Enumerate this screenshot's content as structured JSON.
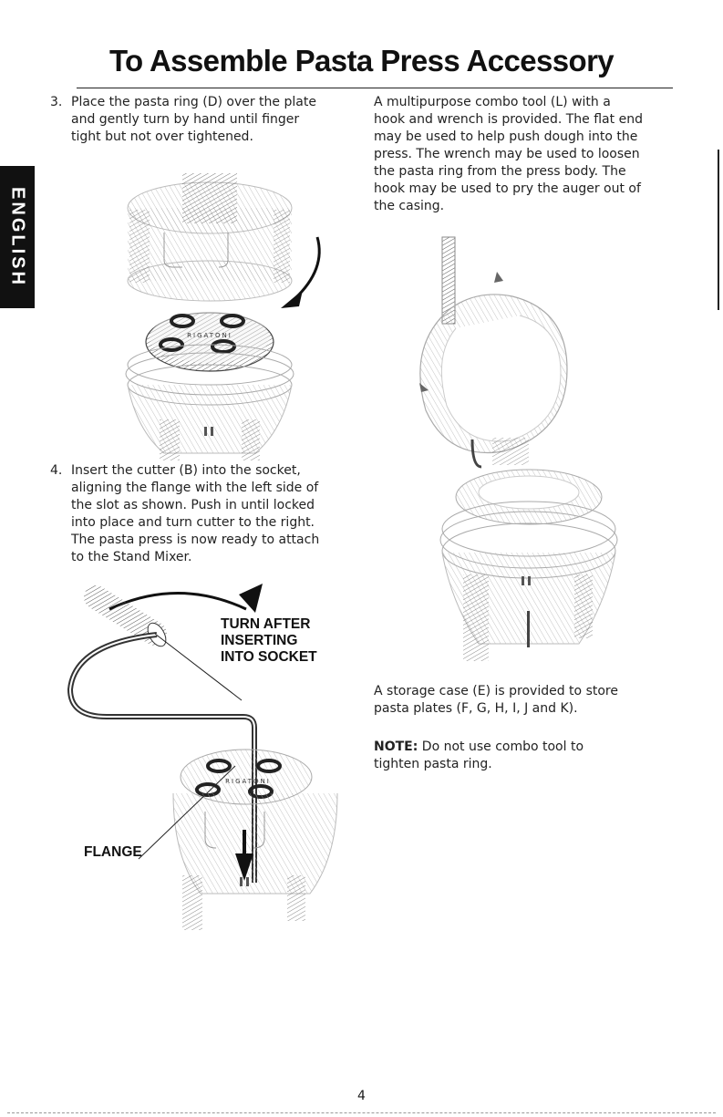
{
  "header": {
    "title": "To Assemble Pasta Press Accessory"
  },
  "language_tab": "ENGLISH",
  "steps": [
    {
      "number": "3.",
      "lines": [
        "Place the pasta ring (D) over the plate",
        "and gently turn by hand until finger",
        "tight but not over tightened."
      ]
    },
    {
      "number": "4.",
      "lines": [
        "Insert the cutter (B) into the socket,",
        "aligning the flange with the left side of",
        "the slot as shown. Push in until locked",
        "into place and turn cutter to the right.",
        "The pasta press is now ready to attach",
        "to the Stand Mixer."
      ]
    }
  ],
  "right_column": {
    "combo_tool": [
      "A multipurpose combo tool (L) with a",
      "hook and wrench is provided. The flat end",
      "may be used to help push dough into the",
      "press. The wrench may be used to loosen",
      "the pasta ring from the press body. The",
      "hook may be used to pry the auger out of",
      "the casing."
    ],
    "storage": [
      "A storage case (E) is provided to store",
      "pasta plates (F, G, H, I, J and K)."
    ],
    "note_label": "NOTE:",
    "note_lines": [
      " Do not use combo tool to",
      "tighten pasta ring."
    ]
  },
  "illustrations": {
    "plate_text": "RIGATONI",
    "turn_callout": [
      "TURN AFTER",
      "INSERTING",
      "INTO SOCKET"
    ],
    "flange_label": "FLANGE"
  },
  "footer": {
    "page_number": "4"
  }
}
